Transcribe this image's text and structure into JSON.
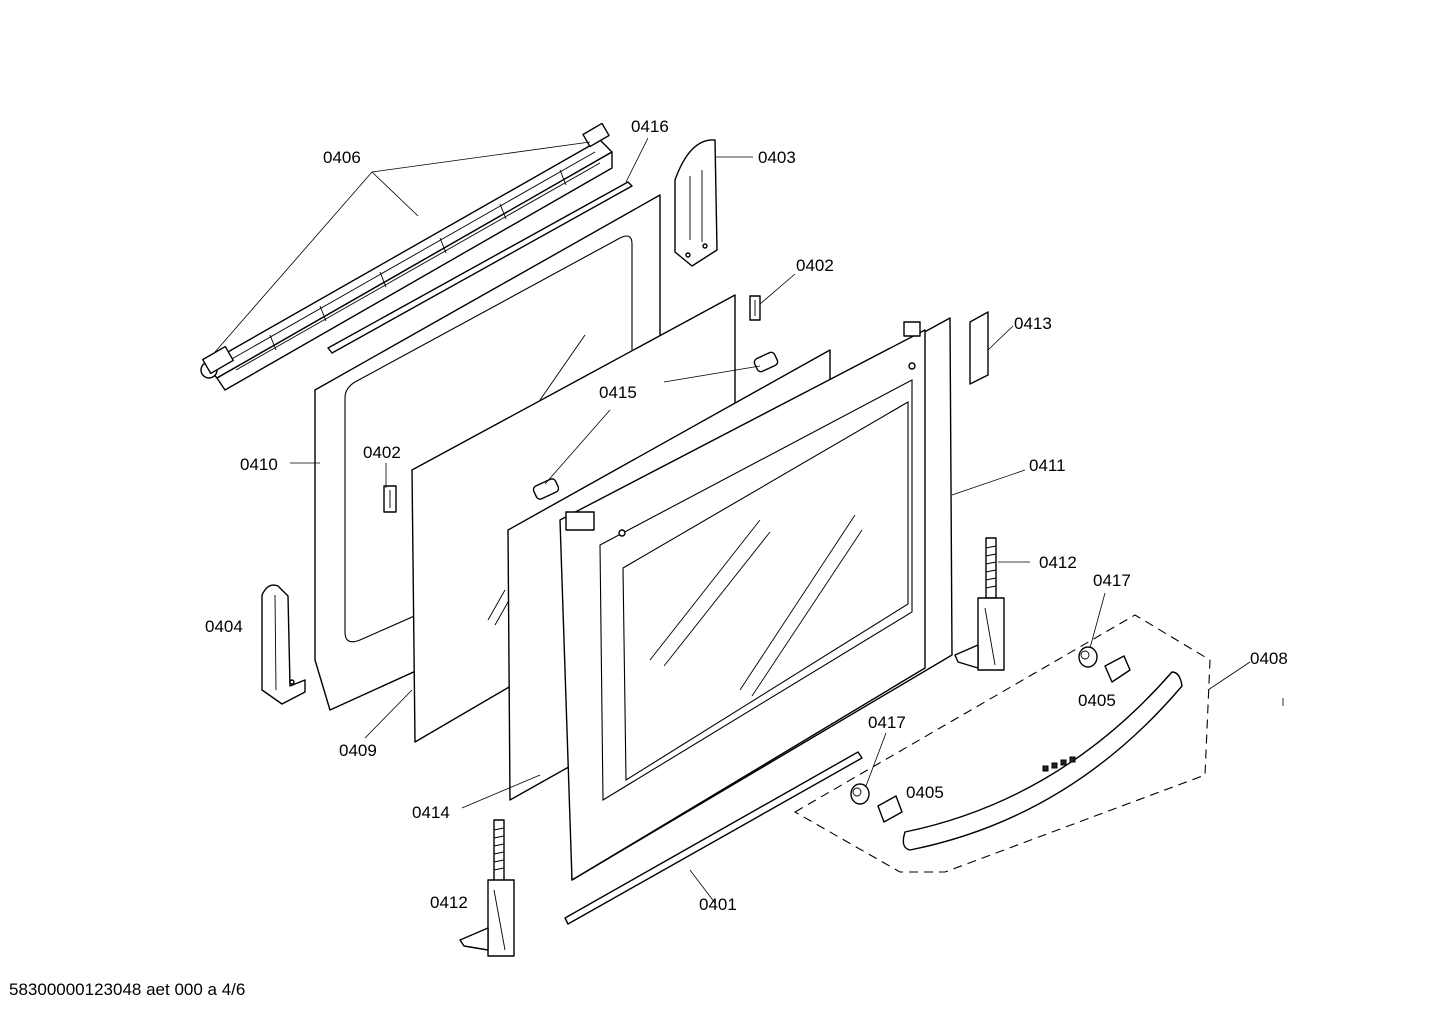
{
  "callouts": {
    "c0401": "0401",
    "c0402a": "0402",
    "c0402b": "0402",
    "c0403": "0403",
    "c0404": "0404",
    "c0405a": "0405",
    "c0405b": "0405",
    "c0406": "0406",
    "c0408": "0408",
    "c0409": "0409",
    "c0410": "0410",
    "c0411": "0411",
    "c0412a": "0412",
    "c0412b": "0412",
    "c0413": "0413",
    "c0414": "0414",
    "c0415": "0415",
    "c0416": "0416",
    "c0417a": "0417",
    "c0417b": "0417"
  },
  "footer": {
    "reference": "58300000123048 aet 000 a 4/6"
  }
}
